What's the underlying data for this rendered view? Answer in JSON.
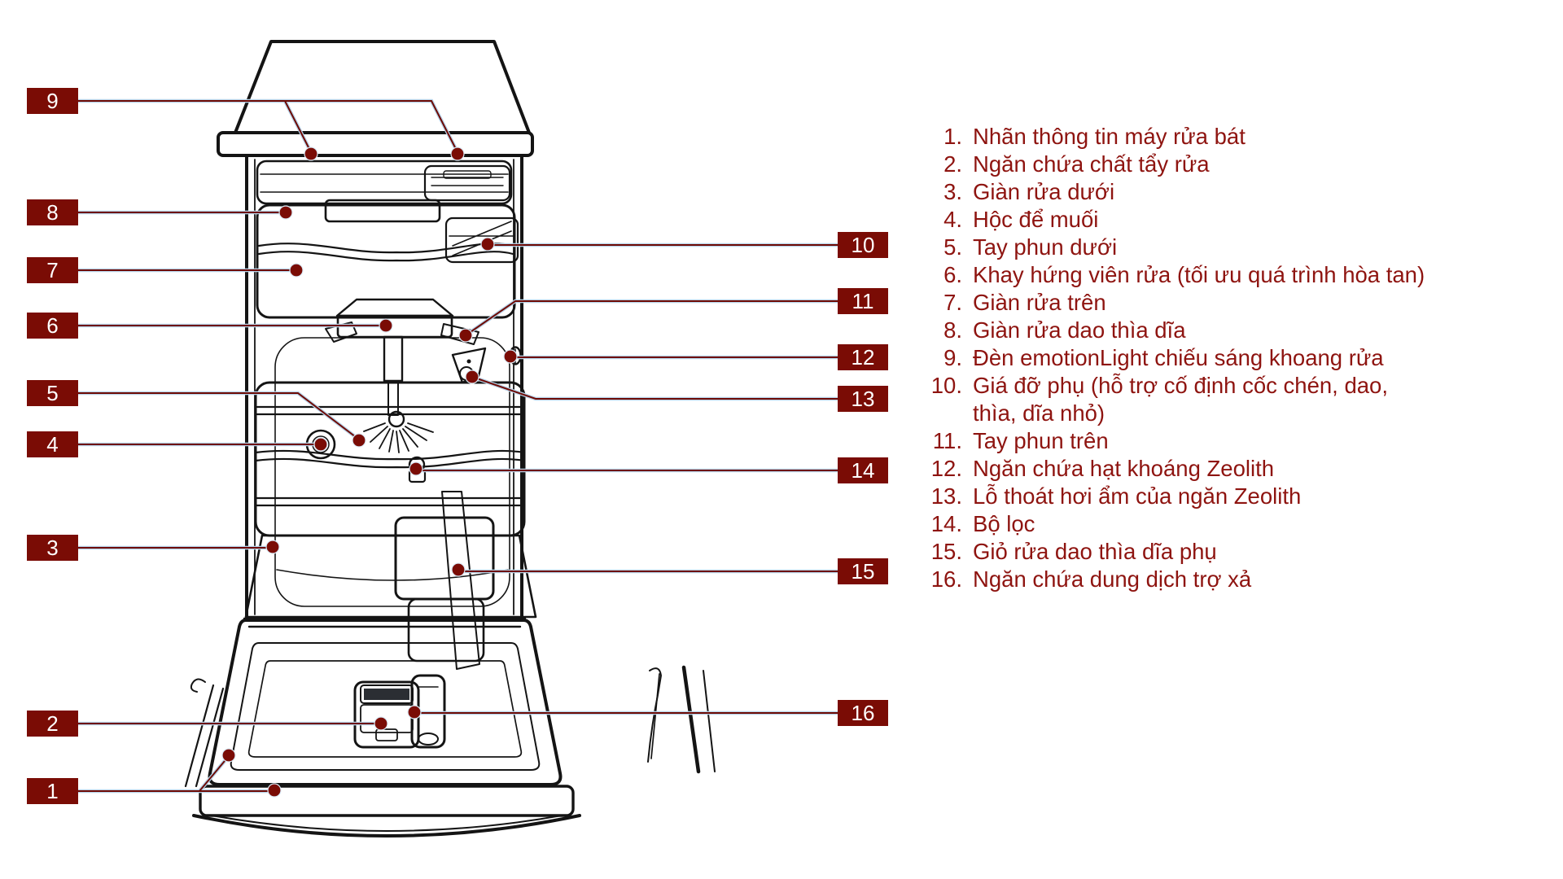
{
  "figure": {
    "kind": "dishwasher parts diagram",
    "language": "Vietnamese"
  },
  "colors": {
    "tag_background": "#7a0c05",
    "tag_text": "#ffffff",
    "legend_text": "#8e1410",
    "leader_line_red": "#6e0a04",
    "leader_line_blue": "#b7d2e8",
    "line_art": "#141414",
    "background": "#ffffff"
  },
  "tags": [
    "1",
    "2",
    "3",
    "4",
    "5",
    "6",
    "7",
    "8",
    "9",
    "10",
    "11",
    "12",
    "13",
    "14",
    "15",
    "16"
  ],
  "legend": {
    "items": [
      {
        "num": "1.",
        "text": "Nhãn thông tin máy rửa bát"
      },
      {
        "num": "2.",
        "text": "Ngăn chứa chất tẩy rửa"
      },
      {
        "num": "3.",
        "text": "Giàn rửa dưới"
      },
      {
        "num": "4.",
        "text": "Hộc để muối"
      },
      {
        "num": "5.",
        "text": "Tay phun dưới"
      },
      {
        "num": "6.",
        "text": "Khay hứng viên rửa (tối ưu quá trình hòa tan)"
      },
      {
        "num": "7.",
        "text": "Giàn rửa trên"
      },
      {
        "num": "8.",
        "text": "Giàn rửa dao thìa dĩa"
      },
      {
        "num": "9.",
        "text": "Đèn emotionLight chiếu sáng khoang rửa"
      },
      {
        "num": "10.",
        "text": "Giá đỡ phụ (hỗ trợ cố định cốc chén, dao,\nthìa, dĩa nhỏ)"
      },
      {
        "num": "11.",
        "text": "Tay phun trên"
      },
      {
        "num": "12.",
        "text": "Ngăn chứa hạt khoáng Zeolith"
      },
      {
        "num": "13.",
        "text": "Lỗ thoát hơi ẩm của ngăn Zeolith"
      },
      {
        "num": "14.",
        "text": "Bộ lọc"
      },
      {
        "num": "15.",
        "text": "Giỏ rửa dao thìa dĩa phụ"
      },
      {
        "num": "16.",
        "text": "Ngăn chứa dung dịch trợ xả"
      }
    ]
  }
}
